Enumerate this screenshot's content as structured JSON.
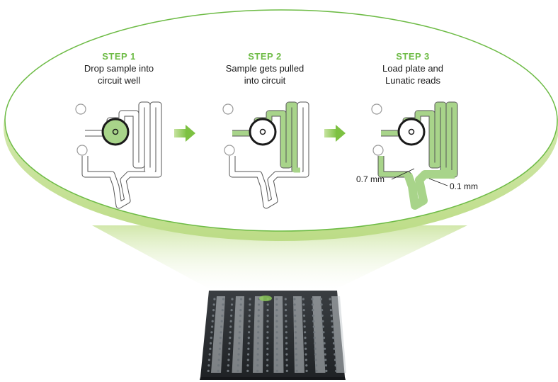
{
  "steps": [
    {
      "title": "STEP 1",
      "line1": "Drop sample into",
      "line2": "circuit well"
    },
    {
      "title": "STEP 2",
      "line1": "Sample gets pulled",
      "line2": "into circuit"
    },
    {
      "title": "STEP 3",
      "line1": "Load plate and",
      "line2": "Lunatic reads"
    }
  ],
  "dimensions": {
    "left": "0.7 mm",
    "right": "0.1 mm"
  },
  "colors": {
    "accent": "#6dbb45",
    "fill": "#a8d48a",
    "ellipse_edge": "#6dbb45",
    "plate": "#2a2d30"
  },
  "icons": [
    "arrow-right-icon",
    "arrow-right-icon"
  ]
}
